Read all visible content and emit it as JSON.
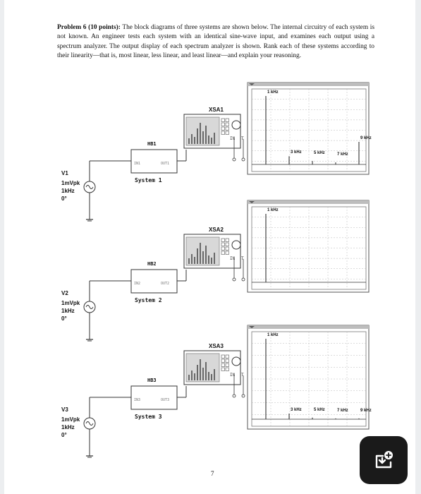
{
  "problem": {
    "heading": "Problem 6 (10 points):",
    "text": " The block diagrams of three systems are shown below. The internal circuitry of each system is not known. An engineer tests each system with an identical sine-wave input, and examines each output using a spectrum analyzer. The output display of each spectrum analyzer is shown. Rank each of these systems according to their linearity—that is, most linear, less linear, and least linear—and explain your reasoning."
  },
  "systems": [
    {
      "source": {
        "name": "V1",
        "amplitude": "1mVpk",
        "frequency": "1kHz",
        "phase": "0°"
      },
      "block": {
        "name": "HB1",
        "in_pin": "IN1",
        "out_pin": "OUT1",
        "label": "System 1"
      },
      "analyzer": {
        "name": "XSA1",
        "port_in": "IN",
        "port_t": "T"
      },
      "spectrum": [
        {
          "label": "1 kHz",
          "f": 1,
          "level": 1.0
        },
        {
          "label": "3 kHz",
          "f": 3,
          "level": 0.12
        },
        {
          "label": "5 kHz",
          "f": 5,
          "level": 0.05
        },
        {
          "label": "7 kHz",
          "f": 7,
          "level": 0.03
        },
        {
          "label": "9 kHz",
          "f": 9,
          "level": 0.33
        }
      ]
    },
    {
      "source": {
        "name": "V2",
        "amplitude": "1mVpk",
        "frequency": "1kHz",
        "phase": "0°"
      },
      "block": {
        "name": "HB2",
        "in_pin": "IN2",
        "out_pin": "OUT2",
        "label": "System 2"
      },
      "analyzer": {
        "name": "XSA2",
        "port_in": "IN",
        "port_t": "T"
      },
      "spectrum": [
        {
          "label": "1 kHz",
          "f": 1,
          "level": 1.0
        }
      ]
    },
    {
      "source": {
        "name": "V3",
        "amplitude": "1mVpk",
        "frequency": "1kHz",
        "phase": "0°"
      },
      "block": {
        "name": "HB3",
        "in_pin": "IN3",
        "out_pin": "OUT3",
        "label": "System 3"
      },
      "analyzer": {
        "name": "XSA3",
        "port_in": "IN",
        "port_t": "T"
      },
      "spectrum": [
        {
          "label": "1 kHz",
          "f": 1,
          "level": 1.0
        },
        {
          "label": "3 kHz",
          "f": 3,
          "level": 0.07
        },
        {
          "label": "5 kHz",
          "f": 5,
          "level": 0.02
        },
        {
          "label": "7 kHz",
          "f": 7,
          "level": 0.01
        },
        {
          "label": "9 kHz",
          "f": 9,
          "level": 0.01
        }
      ]
    }
  ],
  "page_number": "7",
  "colors": {
    "page": "#ffffff",
    "background": "#eceef0",
    "fab": "#1a1a1a",
    "trace": "#333333",
    "grid": "#b8b8b8"
  },
  "fab_icon": "add-to-queue-icon"
}
